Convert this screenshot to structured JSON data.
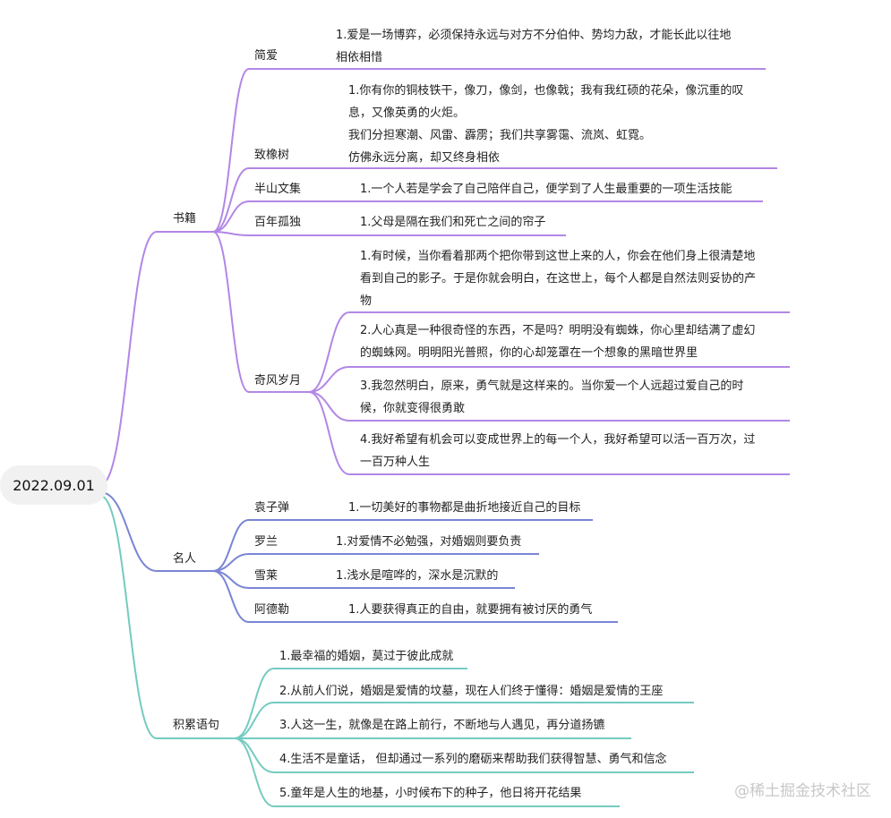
{
  "root": "2022.09.01",
  "colors": {
    "books": "#b287e6",
    "people": "#7a85d6",
    "quotes": "#74cbc0"
  },
  "branches": {
    "books": {
      "label": "书籍",
      "items": [
        {
          "label": "简爱",
          "lines": [
            "1.爱是一场博弈，必须保持永远与对方不分伯仲、势均力敌，才能长此以往地",
            "相依相惜"
          ]
        },
        {
          "label": "致橡树",
          "lines": [
            "1.你有你的铜枝铁干，像刀，像剑，也像戟；我有我红硕的花朵，像沉重的叹",
            "息，又像英勇的火炬。",
            "我们分担寒潮、风雷、霹雳；我们共享雾霭、流岚、虹霓。",
            "仿佛永远分离，却又终身相依"
          ]
        },
        {
          "label": "半山文集",
          "lines": [
            "1.一个人若是学会了自己陪伴自己，便学到了人生最重要的一项生活技能"
          ]
        },
        {
          "label": "百年孤独",
          "lines": [
            "1.父母是隔在我们和死亡之间的帘子"
          ]
        },
        {
          "label": "奇风岁月",
          "subs": [
            [
              "1.有时候，当你看着那两个把你带到这世上来的人，你会在他们身上很清楚地",
              "看到自己的影子。于是你就会明白，在这世上，每个人都是自然法则妥协的产",
              "物"
            ],
            [
              "2.人心真是一种很奇怪的东西，不是吗？明明没有蜘蛛，你心里却结满了虚幻",
              "的蜘蛛网。明明阳光普照，你的心却笼罩在一个想象的黑暗世界里"
            ],
            [
              "3.我忽然明白，原来，勇气就是这样来的。当你爱一个人远超过爱自己的时",
              "候，你就变得很勇敢"
            ],
            [
              "4.我好希望有机会可以变成世界上的每一个人，我好希望可以活一百万次，过",
              "一百万种人生"
            ]
          ]
        }
      ]
    },
    "people": {
      "label": "名人",
      "items": [
        {
          "label": "袁子弹",
          "text": "1.一切美好的事物都是曲折地接近自己的目标"
        },
        {
          "label": "罗兰",
          "text": "1.对爱情不必勉强，对婚姻则要负责"
        },
        {
          "label": "雪莱",
          "text": "1.浅水是喧哗的，深水是沉默的"
        },
        {
          "label": "阿德勒",
          "text": "1.人要获得真正的自由，就要拥有被讨厌的勇气"
        }
      ]
    },
    "quotes": {
      "label": "积累语句",
      "items": [
        "1.最幸福的婚姻，莫过于彼此成就",
        "2.从前人们说，婚姻是爱情的坟墓，现在人们终于懂得：婚姻是爱情的王座",
        "3.人这一生，就像是在路上前行，不断地与人遇见，再分道扬镳",
        "4.生活不是童话， 但却通过一系列的磨砺来帮助我们获得智慧、勇气和信念",
        "5.童年是人生的地基，小时候布下的种子，他日将开花结果"
      ]
    }
  },
  "watermark": "@稀土掘金技术社区"
}
